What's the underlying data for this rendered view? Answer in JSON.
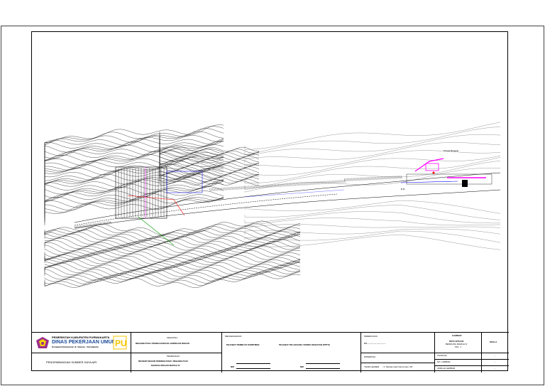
{
  "colors": {
    "line": "#000000",
    "logo_magenta": "#9b2b8f",
    "logo_yellow": "#f2d400",
    "pu_yellow": "#f5c400",
    "dinas_blue": "#1a4a9a",
    "accent_blue": "#0000ff",
    "accent_red": "#ff0000",
    "accent_green": "#00a000",
    "accent_magenta": "#ff00ff"
  },
  "drawing": {
    "annotation_top_right": "Sungai Bangsal",
    "annotation_small": "B.M"
  },
  "titleblock": {
    "org": {
      "line1": "PEMERINTAH KABUPATEN PURWAKARTA",
      "line2": "DINAS PEKERJAAN UMUM",
      "line3": "Komplek Perkantoran Jl. Veteran - Purwakarta"
    },
    "dept": "PENGEMBANGAN SUMBER DAYA AIR",
    "kegiatan": {
      "label": "KEGIATAN :",
      "value": "REHABILITASI / PEMELIHARAAN JARINGAN IRIGASI"
    },
    "pekerjaan": {
      "label": "PEKERJAAN :",
      "value1": "REVIEW DESAIN PENINGKATAN / REHABILITASI",
      "value2": "DAERAH IRIGASI MARGA IV"
    },
    "approval": {
      "label": "MENGESAHKAN :",
      "left_title": "PEJABAT PEMBUAT KOMITMEN",
      "right_title": "PEJABAT PELAKSANA TEKNIS KEGIATAN (PPTK)",
      "nip_left": "NIP.",
      "nip_right": "NIP."
    },
    "consultant": {
      "label": "PERENCANA :",
      "value": "CV. ..............................",
      "diperiksa": "DIPERIKSA :",
      "team_leader_label": "TEAM LEADER",
      "team_leader_value": ": Ir. Muhammad Nurrohman, MT"
    },
    "title": {
      "label": "GAMBAR",
      "line1": "PETA SITUASI",
      "line2": "BENDUNG MARGA IV",
      "line3": "SKL. 1"
    },
    "skala": "SKALA",
    "meta": {
      "tanggal": "TANGGAL",
      "no_lembar": "NO. LEMBAR",
      "jumlah_lembar": "JUMLAH LEMBAR",
      "tanggal_val": "-",
      "no_lembar_val": "-",
      "jumlah_val": "-"
    }
  }
}
